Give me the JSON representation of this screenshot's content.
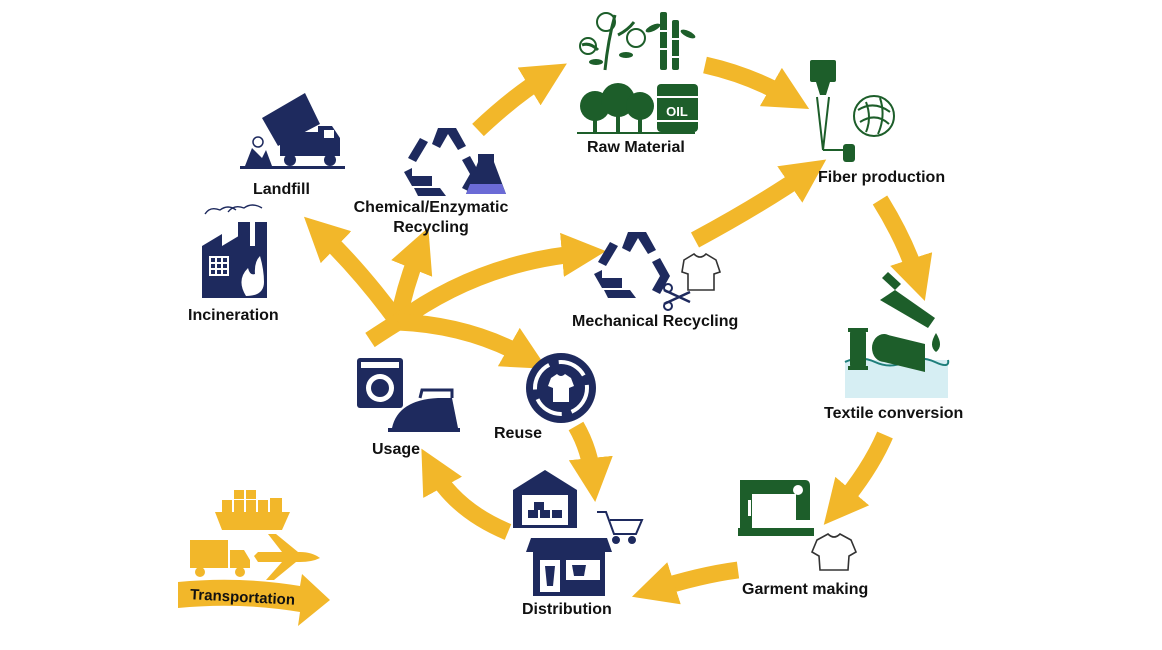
{
  "stages": {
    "raw_material": "Raw Material",
    "fiber_production": "Fiber production",
    "textile_conversion": "Textile conversion",
    "garment_making": "Garment making",
    "distribution": "Distribution",
    "usage": "Usage",
    "reuse": "Reuse",
    "mechanical_recycling": "Mechanical Recycling",
    "chemical_recycling_line1": "Chemical/Enzymatic",
    "chemical_recycling_line2": "Recycling",
    "landfill": "Landfill",
    "incineration": "Incineration",
    "transportation": "Transportation"
  },
  "icon_labels": {
    "oil": "OIL"
  },
  "colors": {
    "arrow": "#F2B72A",
    "navy": "#1E2A5E",
    "green": "#1D5E2A",
    "teal": "#1E7E7A"
  }
}
